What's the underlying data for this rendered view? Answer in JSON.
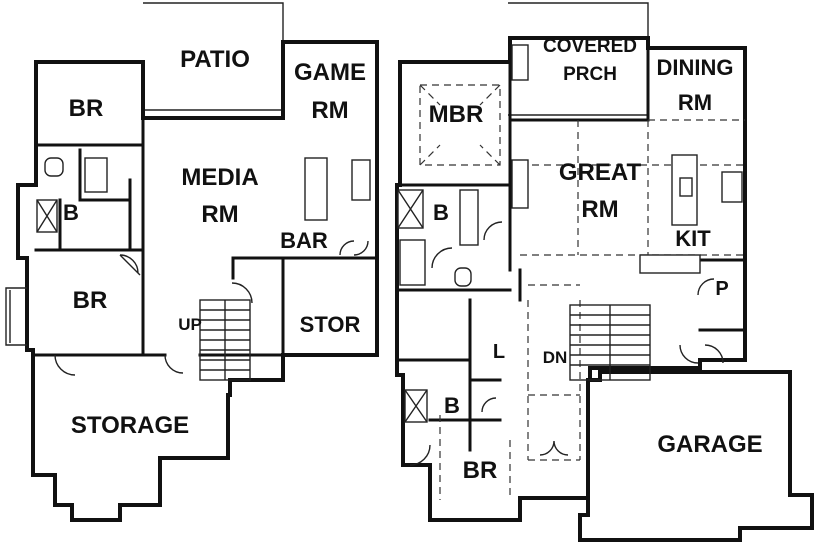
{
  "lower_level": {
    "rooms": [
      {
        "id": "patio",
        "label": "PATIO"
      },
      {
        "id": "game-rm",
        "label": "GAME"
      },
      {
        "id": "game-rm-2",
        "label": "RM"
      },
      {
        "id": "br-top",
        "label": "BR"
      },
      {
        "id": "media-rm",
        "label": "MEDIA"
      },
      {
        "id": "media-rm-2",
        "label": "RM"
      },
      {
        "id": "bath",
        "label": "B"
      },
      {
        "id": "bar",
        "label": "BAR"
      },
      {
        "id": "br-mid",
        "label": "BR"
      },
      {
        "id": "stor",
        "label": "STOR"
      },
      {
        "id": "storage",
        "label": "STORAGE"
      }
    ],
    "stairs_label": "UP"
  },
  "main_level": {
    "rooms": [
      {
        "id": "covered-prch",
        "label": "COVERED"
      },
      {
        "id": "covered-prch-2",
        "label": "PRCH"
      },
      {
        "id": "dining-rm",
        "label": "DINING"
      },
      {
        "id": "dining-rm-2",
        "label": "RM"
      },
      {
        "id": "mbr",
        "label": "MBR"
      },
      {
        "id": "great-rm",
        "label": "GREAT"
      },
      {
        "id": "great-rm-2",
        "label": "RM"
      },
      {
        "id": "master-bath",
        "label": "B"
      },
      {
        "id": "kit",
        "label": "KIT"
      },
      {
        "id": "pantry",
        "label": "P"
      },
      {
        "id": "laundry",
        "label": "L"
      },
      {
        "id": "bath-2",
        "label": "B"
      },
      {
        "id": "br",
        "label": "BR"
      },
      {
        "id": "garage",
        "label": "GARAGE"
      }
    ],
    "stairs_label": "DN"
  }
}
